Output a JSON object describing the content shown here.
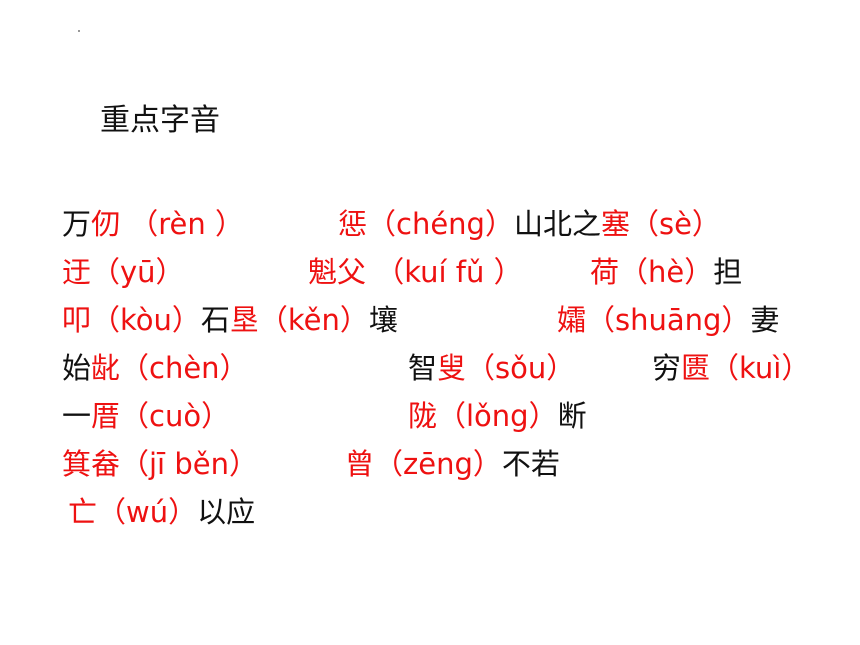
{
  "heading": "重点字音",
  "colors": {
    "highlight": "#ee1111",
    "text": "#111111"
  },
  "rows": [
    [
      [
        {
          "t": "万",
          "c": "k"
        },
        {
          "t": "仞 （rèn ）",
          "c": "r"
        }
      ],
      [
        {
          "t": "惩（chéng）",
          "c": "r"
        },
        {
          "t": "山北之",
          "c": "k"
        },
        {
          "t": "塞（sè）",
          "c": "r"
        }
      ]
    ],
    [
      [
        {
          "t": "迂（yū）",
          "c": "r"
        }
      ],
      [
        {
          "t": "魁父 （kuí fǔ ）",
          "c": "r"
        }
      ],
      [
        {
          "t": "荷（hè）",
          "c": "r"
        },
        {
          "t": "担",
          "c": "k"
        }
      ]
    ],
    [
      [
        {
          "t": "叩（kòu）",
          "c": "r"
        },
        {
          "t": "石",
          "c": "k"
        },
        {
          "t": "垦（kěn）",
          "c": "r"
        },
        {
          "t": "壤",
          "c": "k"
        }
      ],
      [
        {
          "t": "孀（shuāng）",
          "c": "r"
        },
        {
          "t": "妻",
          "c": "k"
        }
      ]
    ],
    [
      [
        {
          "t": "始",
          "c": "k"
        },
        {
          "t": "龀（chèn）",
          "c": "r"
        }
      ],
      [
        {
          "t": "智",
          "c": "k"
        },
        {
          "t": "叟（sǒu）",
          "c": "r"
        }
      ],
      [
        {
          "t": "穷",
          "c": "k"
        },
        {
          "t": "匮（kuì）",
          "c": "r"
        }
      ]
    ],
    [
      [
        {
          "t": "一",
          "c": "k"
        },
        {
          "t": "厝（cuò）",
          "c": "r"
        }
      ],
      [
        {
          "t": "陇（lǒng）",
          "c": "r"
        },
        {
          "t": "断",
          "c": "k"
        }
      ]
    ],
    [
      [
        {
          "t": "箕畚（jī běn）",
          "c": "r"
        }
      ],
      [
        {
          "t": "曾（zēng）",
          "c": "r"
        },
        {
          "t": "不若",
          "c": "k"
        }
      ]
    ],
    [
      [
        {
          "t": "亡（wú）",
          "c": "r"
        },
        {
          "t": "以应",
          "c": "k"
        }
      ]
    ]
  ]
}
